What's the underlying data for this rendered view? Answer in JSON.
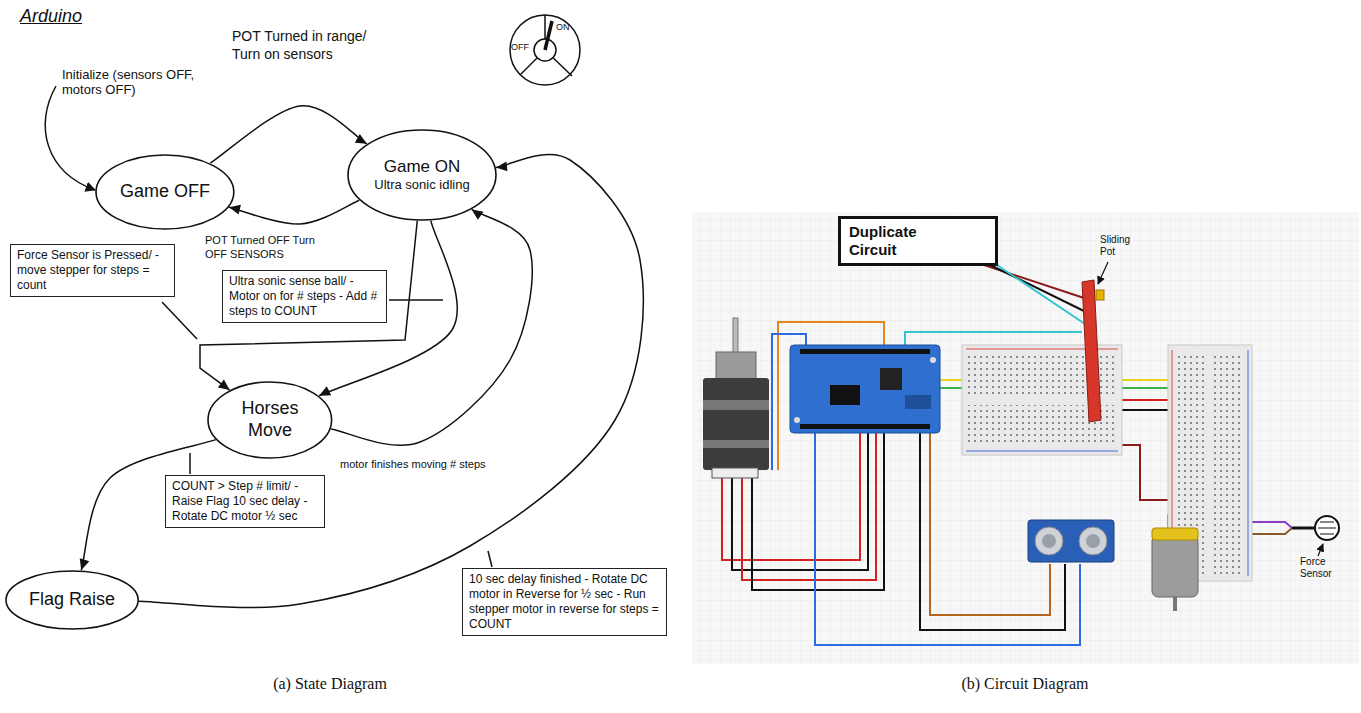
{
  "diagram": {
    "title": "Arduino",
    "nodes": [
      {
        "text": [
          "Game OFF"
        ]
      },
      {
        "text": [
          "Game ON",
          "Ultra sonic idling"
        ]
      },
      {
        "text": [
          "Horses Move"
        ]
      },
      {
        "text": [
          "Flag Raise"
        ]
      },
      {
        "text": [
          "Duplicate Circuit"
        ]
      }
    ],
    "edges": [
      {
        "from": 0,
        "to": 1,
        "arrow": "to",
        "label": "POT Turned in range/ Turn on sensors"
      },
      {
        "from": 1,
        "to": 0,
        "arrow": "to",
        "label": "POT Turned OFF Turn OFF SENSORS"
      },
      {
        "from": 1,
        "to": 2,
        "arrow": "to",
        "label": "Force Sensor is Pressed/ - move stepper for steps = count"
      },
      {
        "from": 1,
        "to": 2,
        "arrow": "to",
        "label": "Ultra sonic sense ball/ - Motor on for # steps - Add # steps to COUNT"
      },
      {
        "from": 2,
        "to": 1,
        "arrow": "to",
        "label": "motor finishes moving # steps"
      },
      {
        "from": 2,
        "to": 3,
        "arrow": "to",
        "label": "COUNT > Step # limit/ - Raise Flag 10 sec delay - Rotate DC motor ½ sec"
      },
      {
        "from": 3,
        "to": 1,
        "arrow": "to",
        "label": "10 sec delay finished - Rotate DC motor in Reverse for ½ sec - Run stepper motor in reverse for steps = COUNT"
      }
    ],
    "labels": [
      "Initialize (sensors OFF, motors OFF)",
      "OFF",
      "ON",
      "Sliding Pot",
      "Force Sensor",
      "(a) State Diagram",
      "(b) Circuit Diagram"
    ]
  }
}
